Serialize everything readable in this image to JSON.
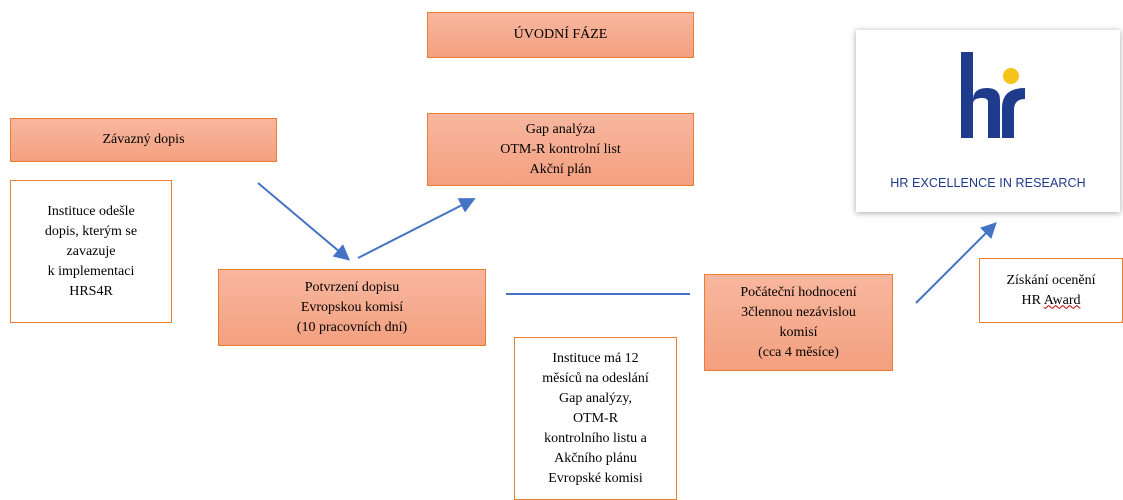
{
  "diagram": {
    "phase_title": "ÚVODNÍ FÁZE",
    "commitment_letter": "Závazný dopis",
    "institution_sends": "Instituce odešle\ndopis, kterým se\nzavazuje\nk implementaci\nHRS4R",
    "gap_analysis": "Gap analýza\nOTM-R kontrolní list\nAkční plán",
    "confirmation": "Potvrzení dopisu\nEvropskou komisí\n(10 pracovních dní)",
    "twelve_months": "Instituce má 12\nměsíců na odeslání\nGap analýzy,\nOTM-R\nkontrolního listu a\nAkčního plánu\nEvropské komisi",
    "initial_assessment": "Počáteční hodnocení\n3člennou nezávislou\nkomisí\n(cca 4 měsíce)",
    "award_line1": "Získání ocenění",
    "award_line2_prefix": "HR ",
    "award_line2_word": "Award"
  },
  "logo": {
    "icon": "hr-excellence-logo",
    "caption": "HR EXCELLENCE IN RESEARCH",
    "colors": {
      "navy": "#1f3b8c",
      "yellow": "#f7c21a"
    }
  },
  "colors": {
    "box_fill": "#f4a582",
    "box_border": "#ed7d31",
    "arrow": "#4472c4"
  }
}
